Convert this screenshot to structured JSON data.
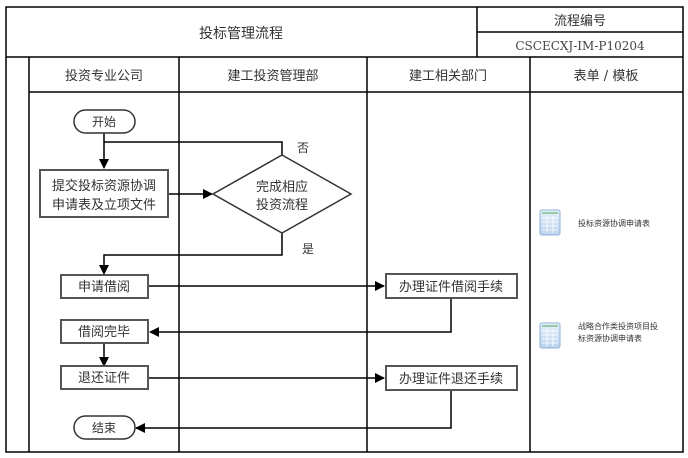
{
  "header": {
    "title": "投标管理流程",
    "code_label": "流程编号",
    "code_value": "CSCECXJ-IM-P10204"
  },
  "lanes": [
    {
      "label": "投资专业公司"
    },
    {
      "label": "建工投资管理部"
    },
    {
      "label": "建工相关部门"
    },
    {
      "label": "表单 / 模板"
    }
  ],
  "nodes": {
    "start": "开始",
    "submit_line1": "提交投标资源协调",
    "submit_line2": "申请表及立项文件",
    "decision_line1": "完成相应",
    "decision_line2": "投资流程",
    "apply_borrow": "申请借阅",
    "borrow_done": "借阅完毕",
    "return_cert": "退还证件",
    "end": "结束",
    "handle_borrow": "办理证件借阅手续",
    "handle_return": "办理证件退还手续"
  },
  "labels": {
    "no": "否",
    "yes": "是"
  },
  "forms": [
    {
      "lines": [
        "投标资源协调申请表"
      ],
      "icon": "spreadsheet-icon"
    },
    {
      "lines": [
        "战略合作类投资项目投",
        "标资源协调申请表"
      ],
      "icon": "spreadsheet-icon"
    }
  ]
}
